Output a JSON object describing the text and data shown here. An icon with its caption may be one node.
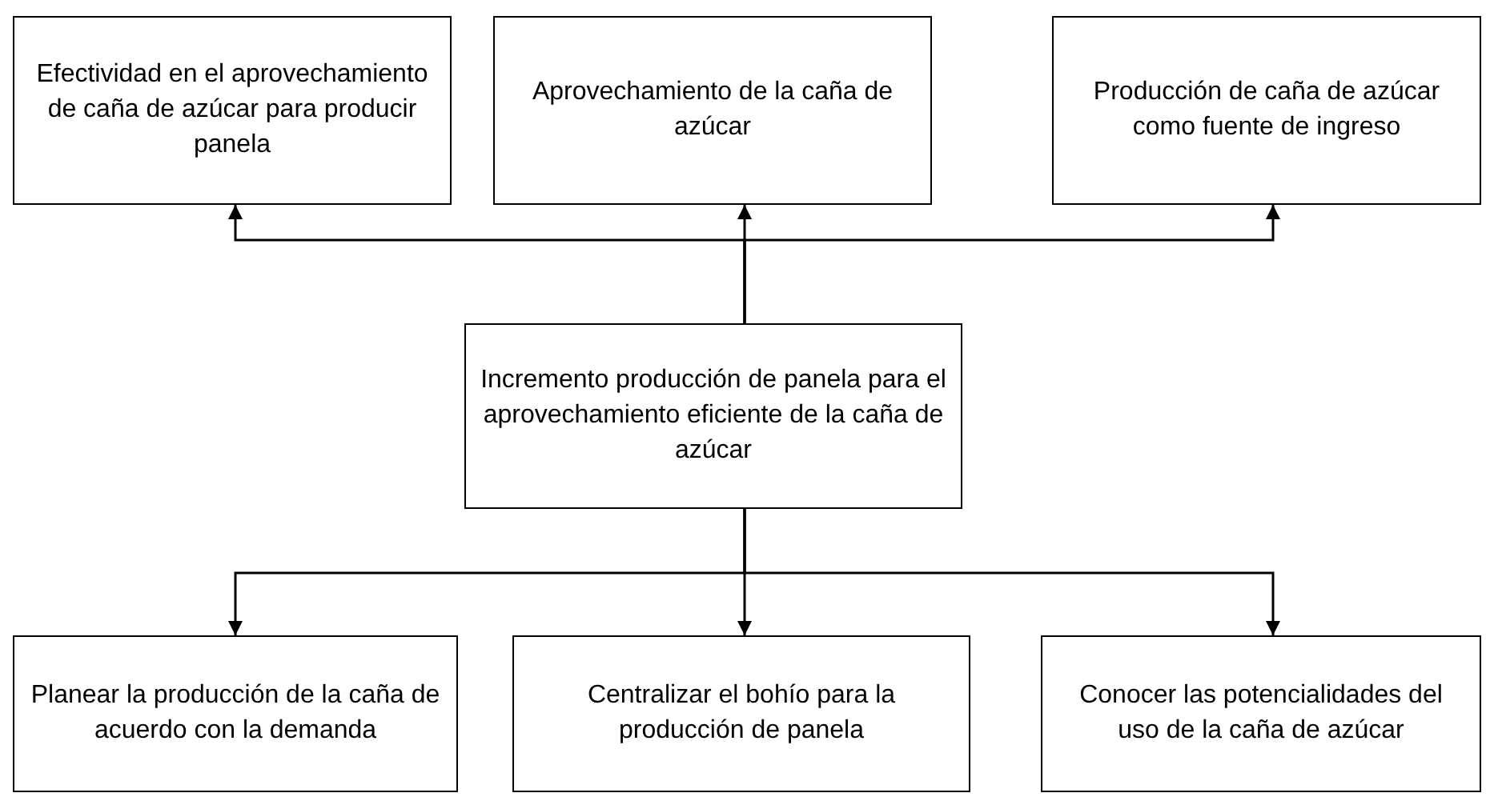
{
  "diagram": {
    "nodes": [
      {
        "text": [
          "Efectividad en el aprovechamiento de caña de azúcar para producir panela"
        ]
      },
      {
        "text": [
          "Aprovechamiento de la caña de azúcar"
        ]
      },
      {
        "text": [
          "Producción de caña de azúcar como fuente de ingreso"
        ]
      },
      {
        "text": [
          "Incremento producción de panela para el aprovechamiento eficiente de la caña de azúcar"
        ]
      },
      {
        "text": [
          "Planear la producción de la caña de acuerdo con la demanda"
        ]
      },
      {
        "text": [
          "Centralizar el bohío para la producción de panela"
        ]
      },
      {
        "text": [
          "Conocer las potencialidades del uso de la caña de azúcar"
        ]
      }
    ],
    "edges": [
      {
        "from": 3,
        "to": 0,
        "arrow": "to"
      },
      {
        "from": 3,
        "to": 1,
        "arrow": "to"
      },
      {
        "from": 3,
        "to": 2,
        "arrow": "to"
      },
      {
        "from": 3,
        "to": 4,
        "arrow": "to"
      },
      {
        "from": 3,
        "to": 5,
        "arrow": "to"
      },
      {
        "from": 3,
        "to": 6,
        "arrow": "to"
      }
    ]
  }
}
